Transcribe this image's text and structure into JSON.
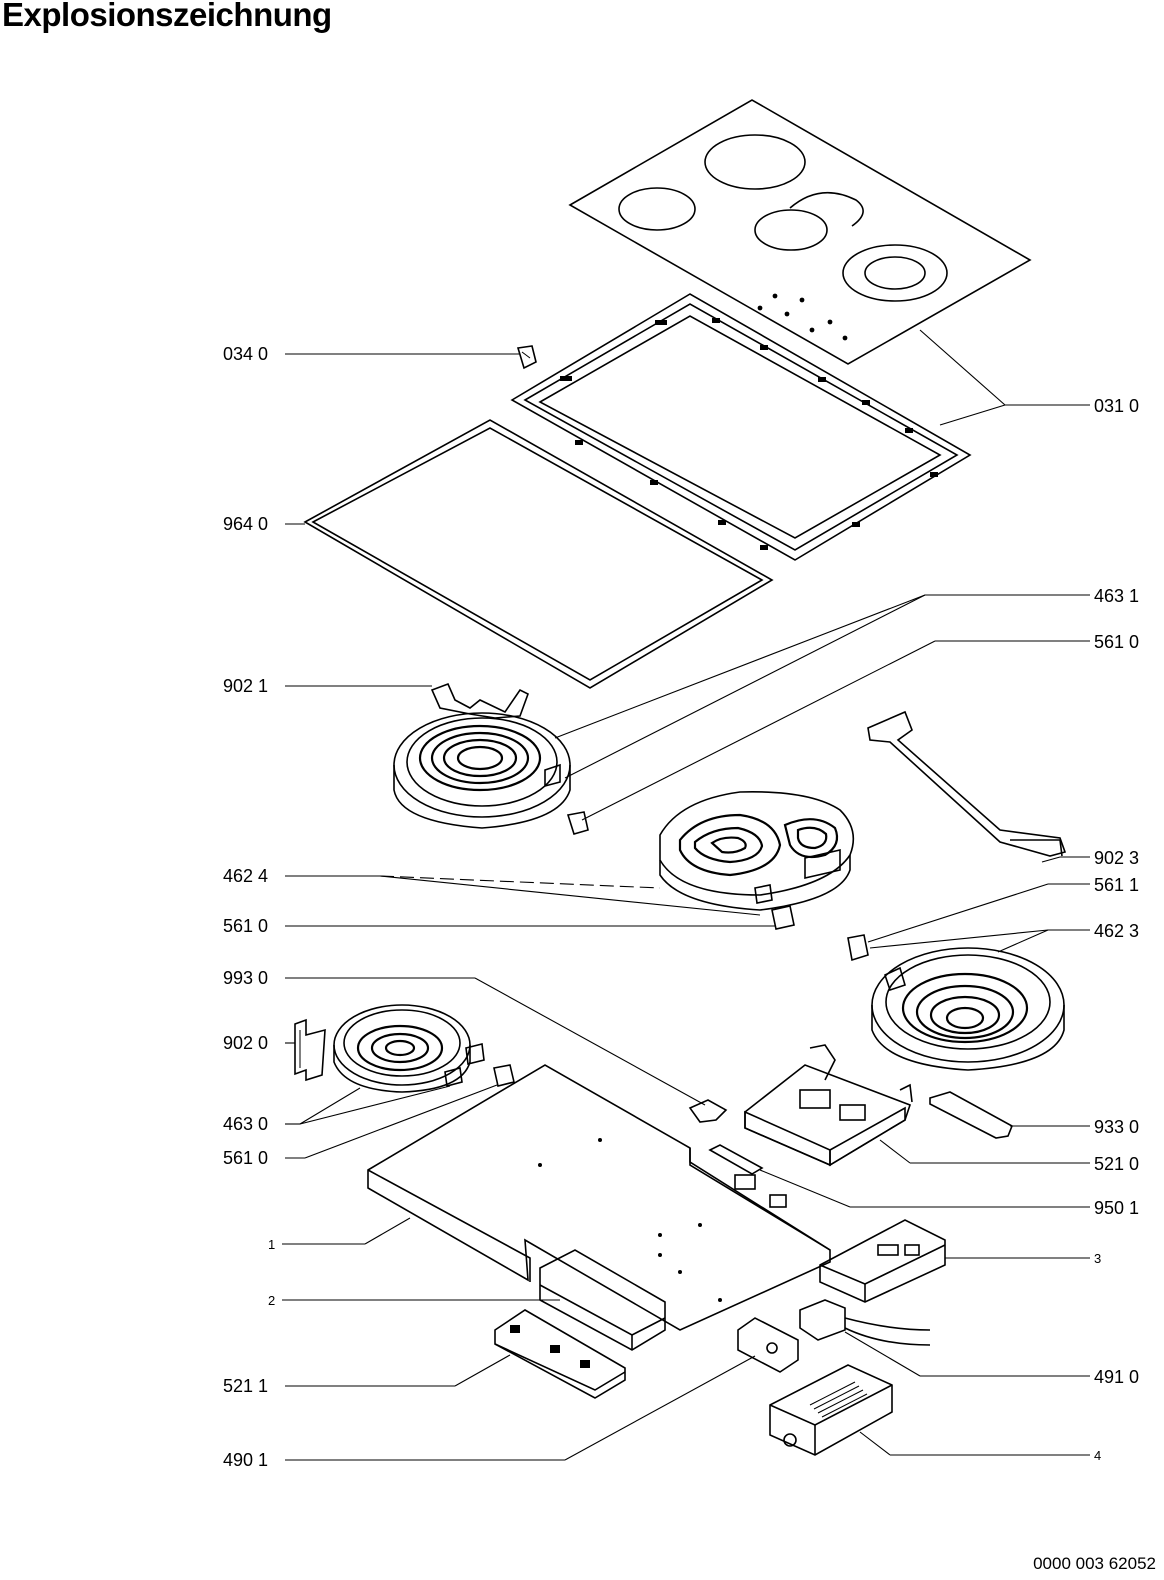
{
  "title": "Explosionszeichnung",
  "document_number": "0000 003 62052",
  "callouts": [
    {
      "id": "034-0",
      "text": "034 0"
    },
    {
      "id": "031-0",
      "text": "031 0"
    },
    {
      "id": "964-0",
      "text": "964 0"
    },
    {
      "id": "463-1",
      "text": "463 1"
    },
    {
      "id": "561-0-a",
      "text": "561 0"
    },
    {
      "id": "902-1",
      "text": "902 1"
    },
    {
      "id": "902-3",
      "text": "902 3"
    },
    {
      "id": "462-4",
      "text": "462 4"
    },
    {
      "id": "561-1",
      "text": "561 1"
    },
    {
      "id": "561-0-b",
      "text": "561 0"
    },
    {
      "id": "462-3",
      "text": "462 3"
    },
    {
      "id": "993-0",
      "text": "993 0"
    },
    {
      "id": "902-0",
      "text": "902 0"
    },
    {
      "id": "463-0",
      "text": "463 0"
    },
    {
      "id": "933-0",
      "text": "933 0"
    },
    {
      "id": "561-0-c",
      "text": "561 0"
    },
    {
      "id": "521-0",
      "text": "521 0"
    },
    {
      "id": "950-1",
      "text": "950 1"
    },
    {
      "id": "1",
      "text": "1"
    },
    {
      "id": "3",
      "text": "3"
    },
    {
      "id": "2",
      "text": "2"
    },
    {
      "id": "521-1",
      "text": "521 1"
    },
    {
      "id": "491-0",
      "text": "491 0"
    },
    {
      "id": "490-1",
      "text": "490 1"
    },
    {
      "id": "4",
      "text": "4"
    }
  ]
}
